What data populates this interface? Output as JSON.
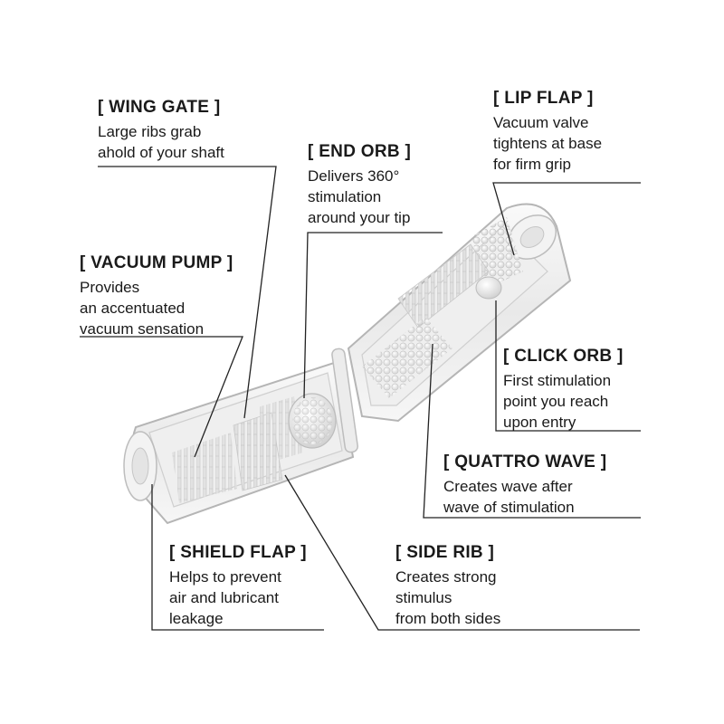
{
  "callouts": {
    "wing_gate": {
      "title": "[ WING GATE ]",
      "lines": [
        "Large ribs grab",
        "ahold of your shaft"
      ]
    },
    "end_orb": {
      "title": "[ END ORB ]",
      "lines": [
        "Delivers 360°",
        "stimulation",
        "around your tip"
      ]
    },
    "lip_flap": {
      "title": "[ LIP FLAP ]",
      "lines": [
        "Vacuum valve",
        "tightens at base",
        "for firm grip"
      ]
    },
    "vacuum_pump": {
      "title": "[ VACUUM PUMP ]",
      "lines": [
        "Provides",
        "an accentuated",
        "vacuum sensation"
      ]
    },
    "click_orb": {
      "title": "[ CLICK ORB ]",
      "lines": [
        "First stimulation",
        "point you reach",
        "upon entry"
      ]
    },
    "quattro_wave": {
      "title": "[ QUATTRO WAVE ]",
      "lines": [
        "Creates wave after",
        "wave of stimulation"
      ]
    },
    "shield_flap": {
      "title": "[ SHIELD FLAP ]",
      "lines": [
        "Helps to prevent",
        "air and lubricant",
        "leakage"
      ]
    },
    "side_rib": {
      "title": "[ SIDE RIB ]",
      "lines": [
        "Creates strong",
        "stimulus",
        "from both sides"
      ]
    }
  },
  "colors": {
    "text": "#1a1a1a",
    "leader": "#222222",
    "body": "#f1f1f1",
    "body_stroke": "#b8b8b8",
    "detail": "#d6d6d6"
  }
}
